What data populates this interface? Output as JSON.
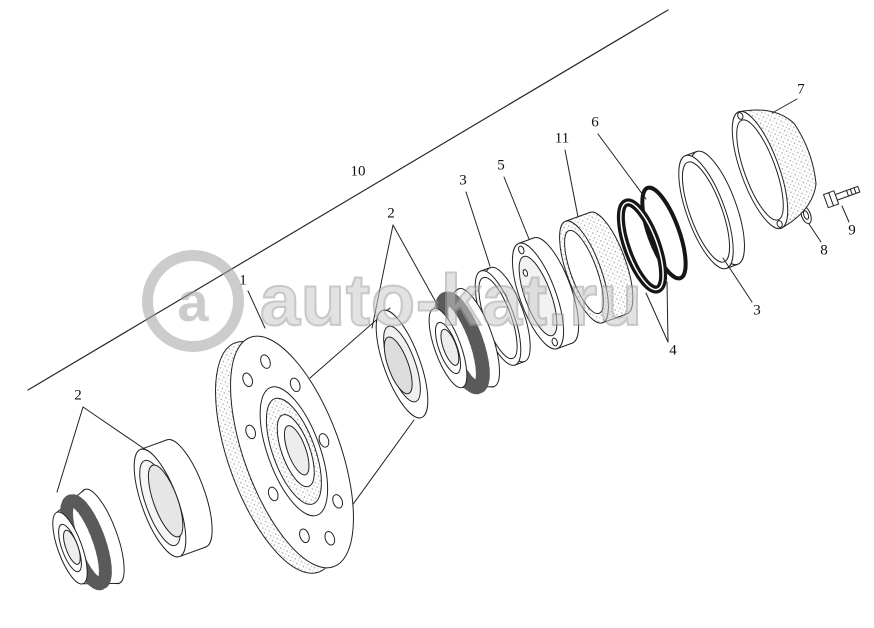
{
  "watermark": {
    "logo": "a",
    "text": "auto-kat.ru"
  },
  "callouts": {
    "c1": "1",
    "c2a": "2",
    "c2b": "2",
    "c3a": "3",
    "c3b": "3",
    "c4": "4",
    "c5": "5",
    "c6": "6",
    "c7": "7",
    "c8": "8",
    "c9": "9",
    "c10": "10",
    "c11": "11"
  }
}
